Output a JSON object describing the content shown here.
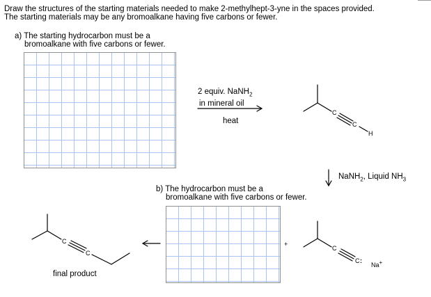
{
  "instructions": {
    "line1": "Draw the structures of the starting materials needed to make 2-methylhept-3-yne in the spaces provided.",
    "line2": "The starting materials may be any bromoalkane having five carbons or fewer."
  },
  "part_a": {
    "line1": "a) The starting hydrocarbon must be a",
    "line2": "bromoalkane with five carbons or fewer."
  },
  "step1": {
    "reagent_prefix": "2 equiv. NaNH",
    "reagent_sub": "2",
    "solvent": "in mineral oil",
    "condition": "heat"
  },
  "molecule1": {
    "c_label": "C",
    "c2_label": "C",
    "h_label": "H"
  },
  "step2": {
    "reagent": "NaNH",
    "sub1": "2",
    "rest": ", Liquid NH",
    "sub2": "3"
  },
  "part_b": {
    "line1": "b) The hydrocarbon must be a",
    "line2": "bromoalkane with five carbons or fewer."
  },
  "final": {
    "label": "final product",
    "c_label": "C",
    "c2_label": "C"
  },
  "plus_sign": "+",
  "anion": {
    "c_label": "C",
    "c2_label": "C",
    "lone_pair": ":",
    "counterion": "Na",
    "charge": "+"
  }
}
